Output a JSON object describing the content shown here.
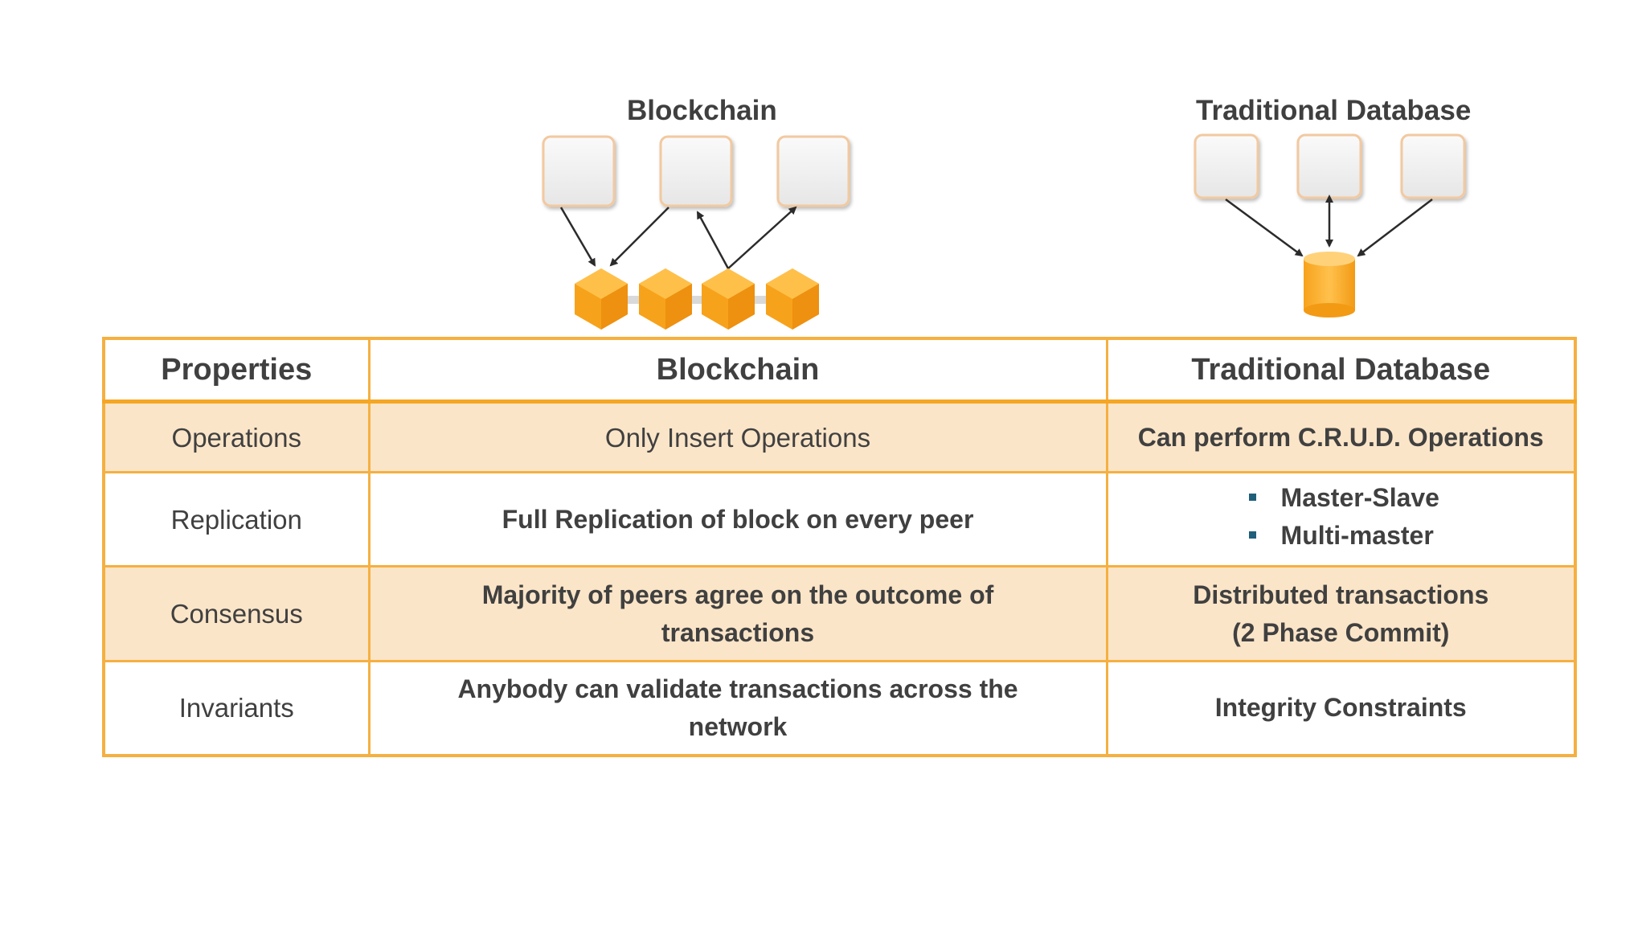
{
  "diagram": {
    "blockchain_label": "Blockchain",
    "traditional_label": "Traditional Database"
  },
  "colors": {
    "accent_orange": "#f5a623",
    "table_border": "#f5b041",
    "row_shade": "#fbe5c8",
    "node_box_fill": "#f2f2f2",
    "node_box_border": "#f2c9a0",
    "bullet": "#1f5f7a"
  },
  "icons": [
    "node-box-icon",
    "block-hexagon-icon",
    "database-cylinder-icon",
    "arrow-icon",
    "square-bullet-icon"
  ],
  "table": {
    "headers": [
      "Properties",
      "Blockchain",
      "Traditional Database"
    ],
    "rows": {
      "operations": {
        "property": "Operations",
        "blockchain": "Only Insert Operations",
        "traditional": "Can perform C.R.U.D. Operations"
      },
      "replication": {
        "property": "Replication",
        "blockchain": "Full Replication of block on every peer",
        "traditional": [
          "Master-Slave",
          "Multi-master"
        ]
      },
      "consensus": {
        "property": "Consensus",
        "blockchain_line1": "Majority of peers agree on the outcome of",
        "blockchain_line2": "transactions",
        "traditional_line1": "Distributed transactions",
        "traditional_line2": "(2 Phase Commit)"
      },
      "invariants": {
        "property": "Invariants",
        "blockchain_line1": "Anybody can validate transactions across the",
        "blockchain_line2": "network",
        "traditional": "Integrity Constraints"
      }
    }
  }
}
